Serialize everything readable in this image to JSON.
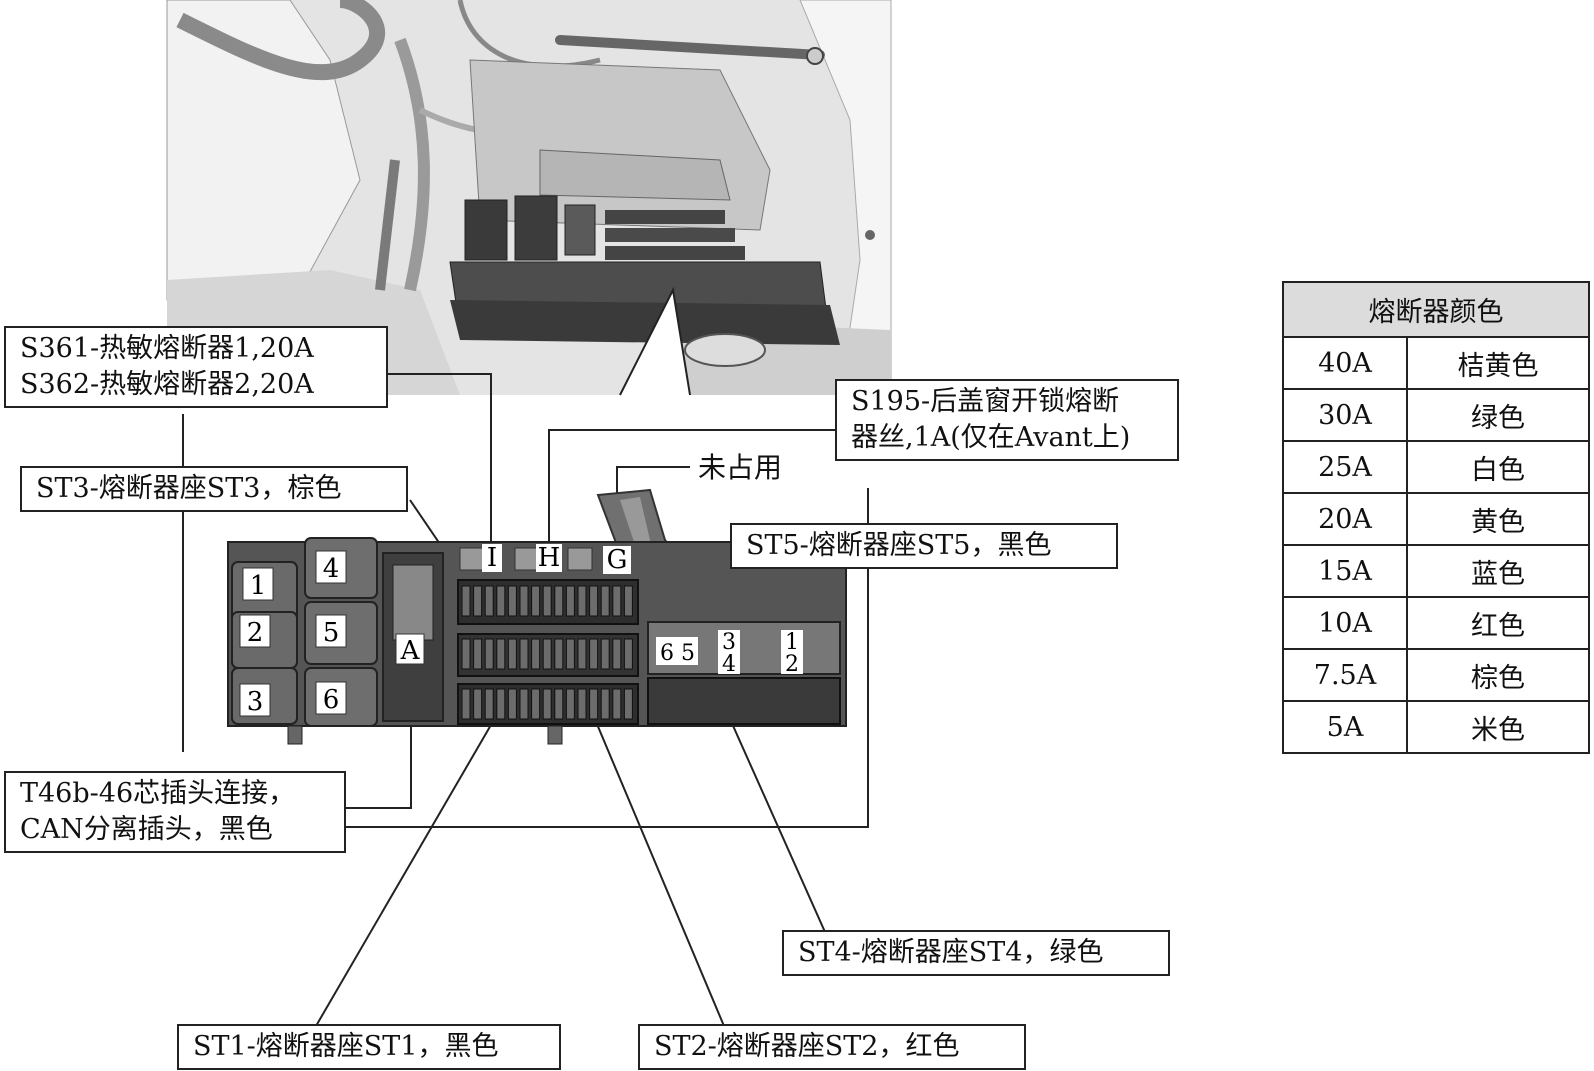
{
  "callouts": {
    "s361": "S361-热敏熔断器1,20A",
    "s362": "S362-热敏熔断器2,20A",
    "st3": "ST3-熔断器座ST3，棕色",
    "s195_line1": "S195-后盖窗开锁熔断",
    "s195_line2": "器丝,1A(仅在Avant上)",
    "unused": "未占用",
    "st5": "ST5-熔断器座ST5，黑色",
    "t46b_line1": "T46b-46芯插头连接，",
    "t46b_line2": "CAN分离插头，黑色",
    "st4": "ST4-熔断器座ST4，绿色",
    "st1": "ST1-熔断器座ST1，黑色",
    "st2": "ST2-熔断器座ST2，红色"
  },
  "relay_labels": [
    "1",
    "2",
    "3",
    "4",
    "5",
    "6"
  ],
  "letters": {
    "a": "A",
    "g": "G",
    "h": "H",
    "i": "I"
  },
  "st5_numbers": [
    "6",
    "5",
    "3",
    "4",
    "1",
    "2"
  ],
  "color_table": {
    "header": "熔断器颜色",
    "rows": [
      {
        "amp": "40A",
        "color": "桔黄色"
      },
      {
        "amp": "30A",
        "color": "绿色"
      },
      {
        "amp": "25A",
        "color": "白色"
      },
      {
        "amp": "20A",
        "color": "黄色"
      },
      {
        "amp": "15A",
        "color": "蓝色"
      },
      {
        "amp": "10A",
        "color": "红色"
      },
      {
        "amp": "7.5A",
        "color": "棕色"
      },
      {
        "amp": "5A",
        "color": "米色"
      }
    ]
  }
}
